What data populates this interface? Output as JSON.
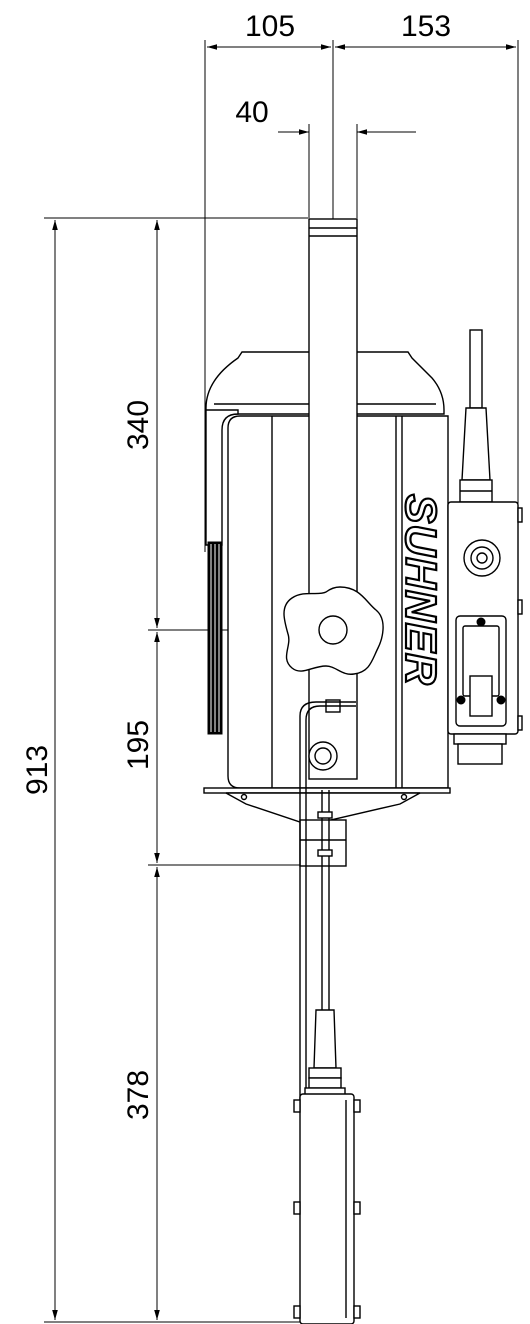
{
  "dimensions": {
    "width_top": "105",
    "width_right": "153",
    "tube_width": "40",
    "height_total": "913",
    "height_upper": "340",
    "height_middle": "195",
    "height_lower": "378"
  },
  "logo": {
    "text": "SUHNER"
  },
  "colors": {
    "line": "#000000",
    "background": "#ffffff"
  }
}
